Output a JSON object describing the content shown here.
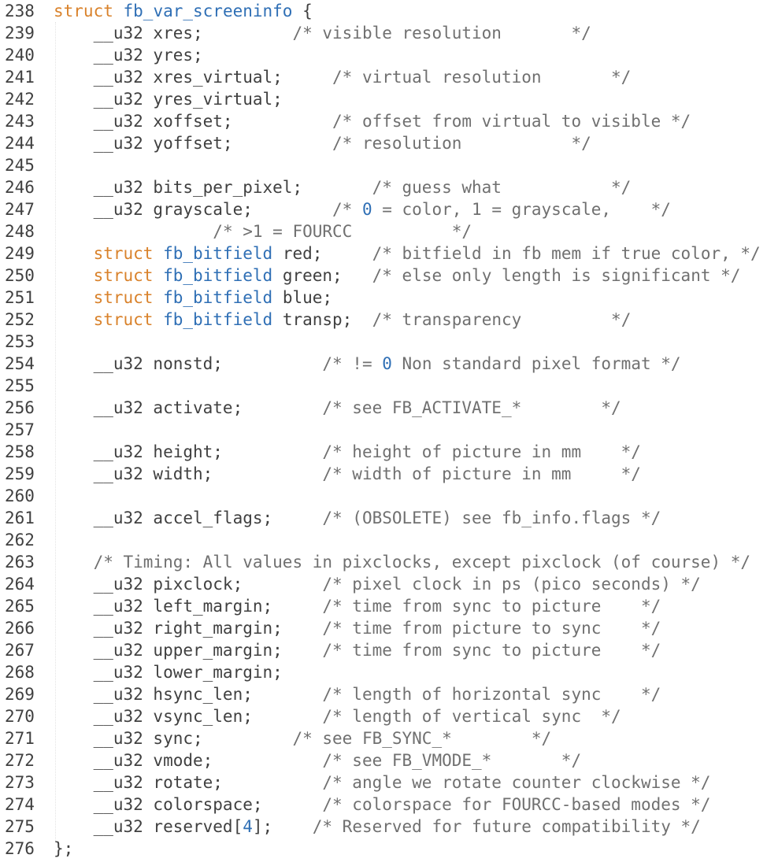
{
  "editor": {
    "colors": {
      "keyword": "#d9822b",
      "type": "#2f6fb5",
      "number": "#2f6fb5",
      "comment": "#707070",
      "plain": "#404040",
      "background": "#ffffff"
    },
    "lines": [
      {
        "n": "238",
        "tokens": [
          {
            "c": "kw",
            "t": "struct"
          },
          {
            "c": "pl",
            "t": " "
          },
          {
            "c": "type",
            "t": "fb_var_screeninfo"
          },
          {
            "c": "pl",
            "t": " {"
          }
        ]
      },
      {
        "n": "239",
        "tokens": [
          {
            "c": "pl",
            "t": "    __u32 xres;"
          },
          {
            "c": "cm",
            "t": "         /* visible resolution       */"
          }
        ]
      },
      {
        "n": "240",
        "tokens": [
          {
            "c": "pl",
            "t": "    __u32 yres;"
          }
        ]
      },
      {
        "n": "241",
        "tokens": [
          {
            "c": "pl",
            "t": "    __u32 xres_virtual;"
          },
          {
            "c": "cm",
            "t": "     /* virtual resolution       */"
          }
        ]
      },
      {
        "n": "242",
        "tokens": [
          {
            "c": "pl",
            "t": "    __u32 yres_virtual;"
          }
        ]
      },
      {
        "n": "243",
        "tokens": [
          {
            "c": "pl",
            "t": "    __u32 xoffset;"
          },
          {
            "c": "cm",
            "t": "          /* offset from virtual to visible */"
          }
        ]
      },
      {
        "n": "244",
        "tokens": [
          {
            "c": "pl",
            "t": "    __u32 yoffset;"
          },
          {
            "c": "cm",
            "t": "          /* resolution           */"
          }
        ]
      },
      {
        "n": "245",
        "tokens": []
      },
      {
        "n": "246",
        "tokens": [
          {
            "c": "pl",
            "t": "    __u32 bits_per_pixel;"
          },
          {
            "c": "cm",
            "t": "       /* guess what           */"
          }
        ]
      },
      {
        "n": "247",
        "tokens": [
          {
            "c": "pl",
            "t": "    __u32 grayscale;"
          },
          {
            "c": "cm",
            "t": "        /* "
          },
          {
            "c": "num",
            "t": "0"
          },
          {
            "c": "cm",
            "t": " = color, 1 = grayscale,    */"
          }
        ]
      },
      {
        "n": "248",
        "tokens": [
          {
            "c": "pl",
            "t": "                "
          },
          {
            "c": "cm",
            "t": "/* >1 = FOURCC          */"
          }
        ]
      },
      {
        "n": "249",
        "tokens": [
          {
            "c": "pl",
            "t": "    "
          },
          {
            "c": "kw",
            "t": "struct"
          },
          {
            "c": "pl",
            "t": " "
          },
          {
            "c": "type",
            "t": "fb_bitfield"
          },
          {
            "c": "pl",
            "t": " red;"
          },
          {
            "c": "cm",
            "t": "     /* bitfield in fb mem if true color, */"
          }
        ]
      },
      {
        "n": "250",
        "tokens": [
          {
            "c": "pl",
            "t": "    "
          },
          {
            "c": "kw",
            "t": "struct"
          },
          {
            "c": "pl",
            "t": " "
          },
          {
            "c": "type",
            "t": "fb_bitfield"
          },
          {
            "c": "pl",
            "t": " green;"
          },
          {
            "c": "cm",
            "t": "   /* else only length is significant */"
          }
        ]
      },
      {
        "n": "251",
        "tokens": [
          {
            "c": "pl",
            "t": "    "
          },
          {
            "c": "kw",
            "t": "struct"
          },
          {
            "c": "pl",
            "t": " "
          },
          {
            "c": "type",
            "t": "fb_bitfield"
          },
          {
            "c": "pl",
            "t": " blue;"
          }
        ]
      },
      {
        "n": "252",
        "tokens": [
          {
            "c": "pl",
            "t": "    "
          },
          {
            "c": "kw",
            "t": "struct"
          },
          {
            "c": "pl",
            "t": " "
          },
          {
            "c": "type",
            "t": "fb_bitfield"
          },
          {
            "c": "pl",
            "t": " transp;"
          },
          {
            "c": "cm",
            "t": "  /* transparency         */"
          }
        ]
      },
      {
        "n": "253",
        "tokens": []
      },
      {
        "n": "254",
        "tokens": [
          {
            "c": "pl",
            "t": "    __u32 nonstd;"
          },
          {
            "c": "cm",
            "t": "          /* != "
          },
          {
            "c": "num",
            "t": "0"
          },
          {
            "c": "cm",
            "t": " Non standard pixel format */"
          }
        ]
      },
      {
        "n": "255",
        "tokens": []
      },
      {
        "n": "256",
        "tokens": [
          {
            "c": "pl",
            "t": "    __u32 activate;"
          },
          {
            "c": "cm",
            "t": "        /* see FB_ACTIVATE_*        */"
          }
        ]
      },
      {
        "n": "257",
        "tokens": []
      },
      {
        "n": "258",
        "tokens": [
          {
            "c": "pl",
            "t": "    __u32 height;"
          },
          {
            "c": "cm",
            "t": "          /* height of picture in mm    */"
          }
        ]
      },
      {
        "n": "259",
        "tokens": [
          {
            "c": "pl",
            "t": "    __u32 width;"
          },
          {
            "c": "cm",
            "t": "           /* width of picture in mm     */"
          }
        ]
      },
      {
        "n": "260",
        "tokens": []
      },
      {
        "n": "261",
        "tokens": [
          {
            "c": "pl",
            "t": "    __u32 accel_flags;"
          },
          {
            "c": "cm",
            "t": "     /* (OBSOLETE) see fb_info.flags */"
          }
        ]
      },
      {
        "n": "262",
        "tokens": []
      },
      {
        "n": "263",
        "tokens": [
          {
            "c": "pl",
            "t": "    "
          },
          {
            "c": "cm",
            "t": "/* Timing: All values in pixclocks, except pixclock (of course) */"
          }
        ]
      },
      {
        "n": "264",
        "tokens": [
          {
            "c": "pl",
            "t": "    __u32 pixclock;"
          },
          {
            "c": "cm",
            "t": "        /* pixel clock in ps (pico seconds) */"
          }
        ]
      },
      {
        "n": "265",
        "tokens": [
          {
            "c": "pl",
            "t": "    __u32 left_margin;"
          },
          {
            "c": "cm",
            "t": "     /* time from sync to picture    */"
          }
        ]
      },
      {
        "n": "266",
        "tokens": [
          {
            "c": "pl",
            "t": "    __u32 right_margin;"
          },
          {
            "c": "cm",
            "t": "    /* time from picture to sync    */"
          }
        ]
      },
      {
        "n": "267",
        "tokens": [
          {
            "c": "pl",
            "t": "    __u32 upper_margin;"
          },
          {
            "c": "cm",
            "t": "    /* time from sync to picture    */"
          }
        ]
      },
      {
        "n": "268",
        "tokens": [
          {
            "c": "pl",
            "t": "    __u32 lower_margin;"
          }
        ]
      },
      {
        "n": "269",
        "tokens": [
          {
            "c": "pl",
            "t": "    __u32 hsync_len;"
          },
          {
            "c": "cm",
            "t": "       /* length of horizontal sync    */"
          }
        ]
      },
      {
        "n": "270",
        "tokens": [
          {
            "c": "pl",
            "t": "    __u32 vsync_len;"
          },
          {
            "c": "cm",
            "t": "       /* length of vertical sync  */"
          }
        ]
      },
      {
        "n": "271",
        "tokens": [
          {
            "c": "pl",
            "t": "    __u32 sync;"
          },
          {
            "c": "cm",
            "t": "         /* see FB_SYNC_*        */"
          }
        ]
      },
      {
        "n": "272",
        "tokens": [
          {
            "c": "pl",
            "t": "    __u32 vmode;"
          },
          {
            "c": "cm",
            "t": "           /* see FB_VMODE_*       */"
          }
        ]
      },
      {
        "n": "273",
        "tokens": [
          {
            "c": "pl",
            "t": "    __u32 rotate;"
          },
          {
            "c": "cm",
            "t": "          /* angle we rotate counter clockwise */"
          }
        ]
      },
      {
        "n": "274",
        "tokens": [
          {
            "c": "pl",
            "t": "    __u32 colorspace;"
          },
          {
            "c": "cm",
            "t": "      /* colorspace for FOURCC-based modes */"
          }
        ]
      },
      {
        "n": "275",
        "tokens": [
          {
            "c": "pl",
            "t": "    __u32 reserved["
          },
          {
            "c": "num",
            "t": "4"
          },
          {
            "c": "pl",
            "t": "];"
          },
          {
            "c": "cm",
            "t": "    /* Reserved for future compatibility */"
          }
        ]
      },
      {
        "n": "276",
        "tokens": [
          {
            "c": "pl",
            "t": "};"
          }
        ]
      }
    ]
  }
}
